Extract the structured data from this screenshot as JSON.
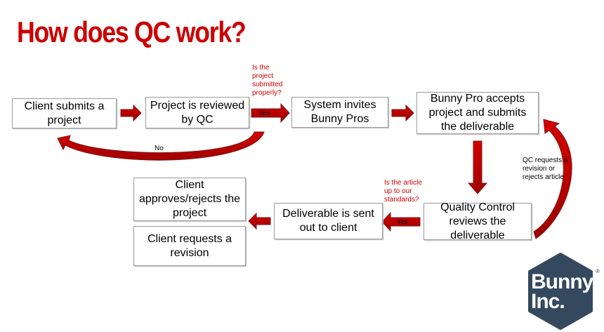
{
  "title": "How does QC work?",
  "boxes": {
    "client_submits": "Client submits a project",
    "reviewed": "Project is reviewed by QC",
    "invites": "System invites Bunny Pros",
    "accepts": "Bunny Pro accepts project and submits the deliverable",
    "qc": "Quality Control reviews the deliverable",
    "sent": "Deliverable is sent out to client",
    "approves": "Client approves/rejects the project",
    "revision": "Client requests a revision"
  },
  "notes": {
    "submitted_properly": "Is the project submitted properly?",
    "up_to_standards": "Is the article up to our standards?",
    "qc_requests": "QC requests a revision or rejects article"
  },
  "labels": {
    "yes1": "Yes",
    "yes2": "Yes",
    "no": "No"
  },
  "logo": {
    "line1": "Bunny",
    "line2": "Inc.",
    "mark": "®"
  },
  "colors": {
    "accent": "#cc0000",
    "logo": "#34495e"
  }
}
